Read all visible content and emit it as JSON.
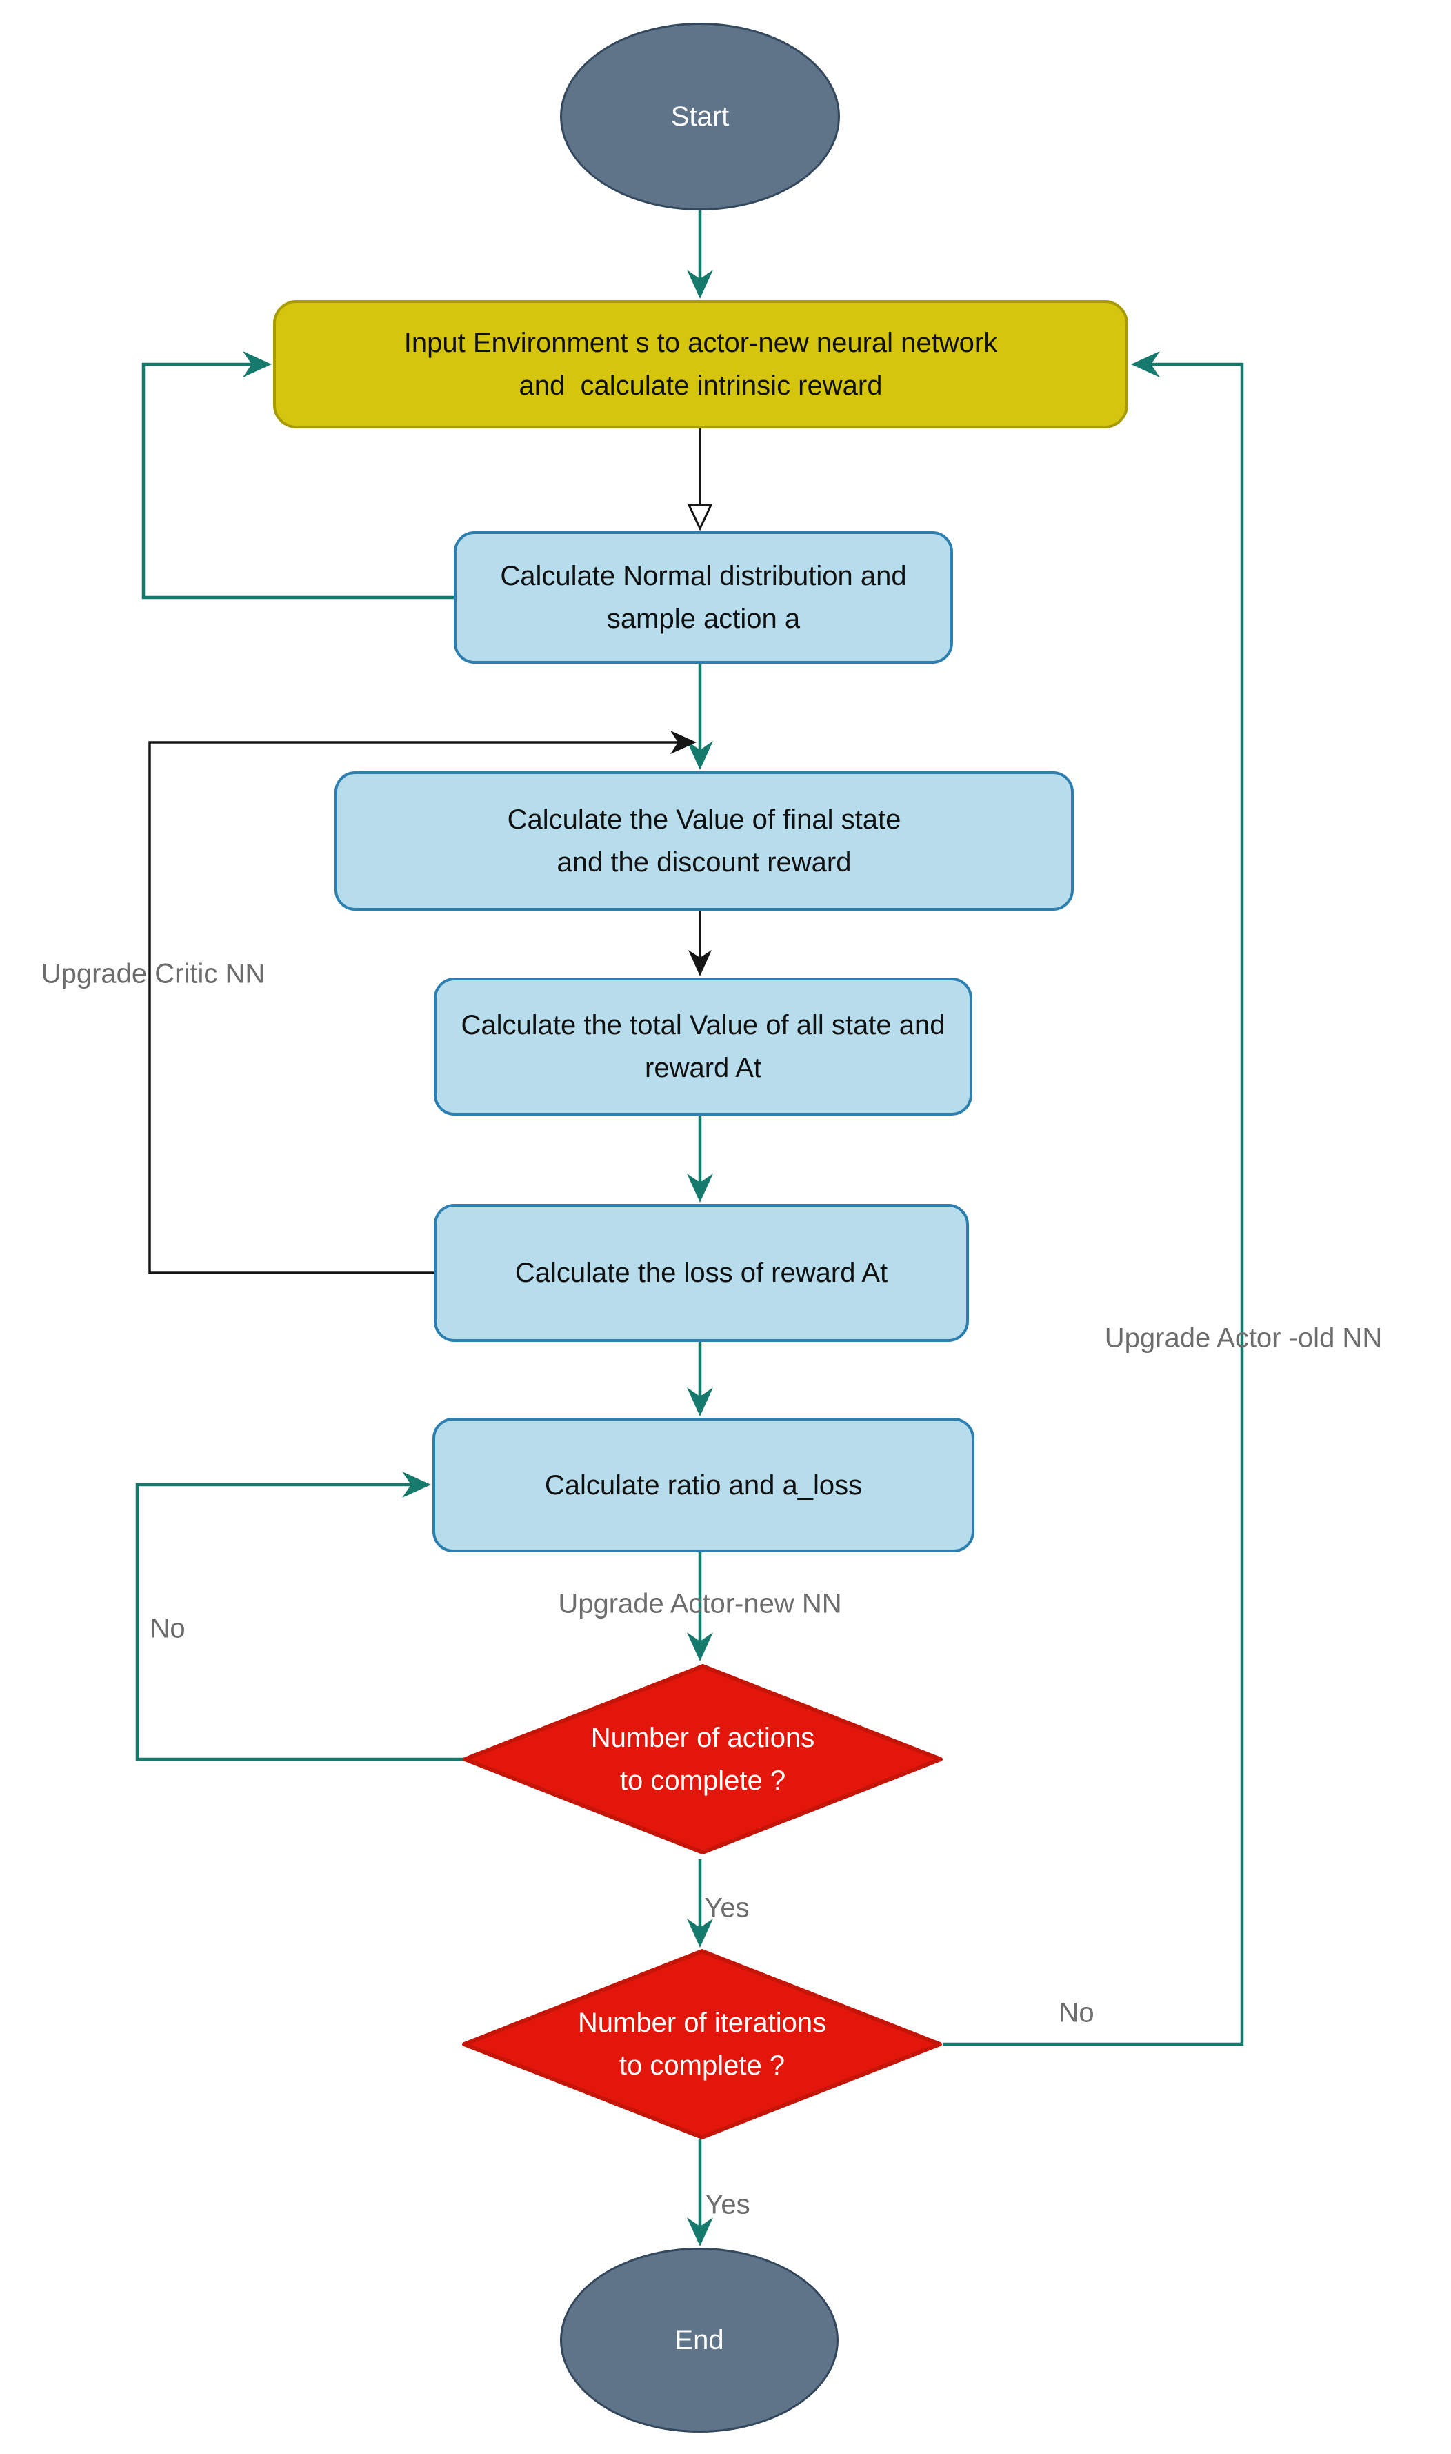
{
  "diagram": {
    "title_hint": "PPO reinforcement-learning training loop flowchart",
    "background": "#ffffff"
  },
  "colors": {
    "terminal_fill": "#5f7389",
    "terminal_border": "#33485c",
    "process_yellow_fill": "#d5c60d",
    "process_yellow_border": "#a89b06",
    "process_blue_fill": "#b7dcec",
    "process_blue_border": "#2d7fb0",
    "decision_red_fill": "#e2160a",
    "decision_red_border": "#c51408",
    "arrow_teal": "#15796b",
    "arrow_black": "#161616",
    "edge_label_gray": "#6d6d6d",
    "node_text_dark": "#101010",
    "node_text_white": "#ffffff"
  },
  "nodes": {
    "start": {
      "type": "terminal",
      "label": "Start"
    },
    "input_env": {
      "type": "process",
      "lines": [
        "Input Environment s to actor-new neural network",
        "and  calculate intrinsic reward"
      ]
    },
    "normal_dist": {
      "type": "process",
      "lines": [
        "Calculate Normal distribution and",
        "sample action a"
      ]
    },
    "value_final": {
      "type": "process",
      "lines": [
        "Calculate the Value of final state",
        "and the discount reward"
      ]
    },
    "total_value": {
      "type": "process",
      "lines": [
        "Calculate the total Value of all state and",
        "reward At"
      ]
    },
    "loss_reward": {
      "type": "process",
      "lines": [
        "Calculate the loss of reward At"
      ]
    },
    "ratio_aloss": {
      "type": "process",
      "lines": [
        "Calculate ratio and a_loss"
      ]
    },
    "actions_decision": {
      "type": "decision",
      "lines": [
        "Number of actions",
        "to complete ?"
      ]
    },
    "iterations_decision": {
      "type": "decision",
      "lines": [
        "Number of iterations",
        "to complete ?"
      ]
    },
    "end": {
      "type": "terminal",
      "label": "End"
    }
  },
  "edge_labels": {
    "upgrade_critic": "Upgrade Critic NN",
    "upgrade_actor_new": "Upgrade Actor-new NN",
    "upgrade_actor_old": "Upgrade Actor -old NN",
    "no_actions": "No",
    "yes_actions": "Yes",
    "no_iterations": "No",
    "yes_iterations": "Yes"
  },
  "edges": [
    {
      "from": "start",
      "to": "input_env",
      "color": "teal"
    },
    {
      "from": "input_env",
      "to": "normal_dist",
      "color": "black",
      "head": "hollow"
    },
    {
      "from": "normal_dist",
      "to": "input_env",
      "color": "teal",
      "route": "left-loop"
    },
    {
      "from": "normal_dist",
      "to": "value_final",
      "color": "teal"
    },
    {
      "from": "value_final",
      "to": "total_value",
      "color": "black"
    },
    {
      "from": "total_value",
      "to": "loss_reward",
      "color": "teal"
    },
    {
      "from": "loss_reward",
      "to": "value_final",
      "color": "black",
      "label": "Upgrade Critic NN",
      "route": "left-loop"
    },
    {
      "from": "loss_reward",
      "to": "ratio_aloss",
      "color": "teal"
    },
    {
      "from": "ratio_aloss",
      "to": "actions_decision",
      "color": "teal",
      "label": "Upgrade Actor-new NN"
    },
    {
      "from": "actions_decision",
      "to": "ratio_aloss",
      "color": "teal",
      "label": "No",
      "route": "left-loop"
    },
    {
      "from": "actions_decision",
      "to": "iterations_decision",
      "color": "teal",
      "label": "Yes"
    },
    {
      "from": "iterations_decision",
      "to": "input_env",
      "color": "teal",
      "label": "No / Upgrade Actor -old NN",
      "route": "right-loop"
    },
    {
      "from": "iterations_decision",
      "to": "end",
      "color": "teal",
      "label": "Yes"
    }
  ]
}
